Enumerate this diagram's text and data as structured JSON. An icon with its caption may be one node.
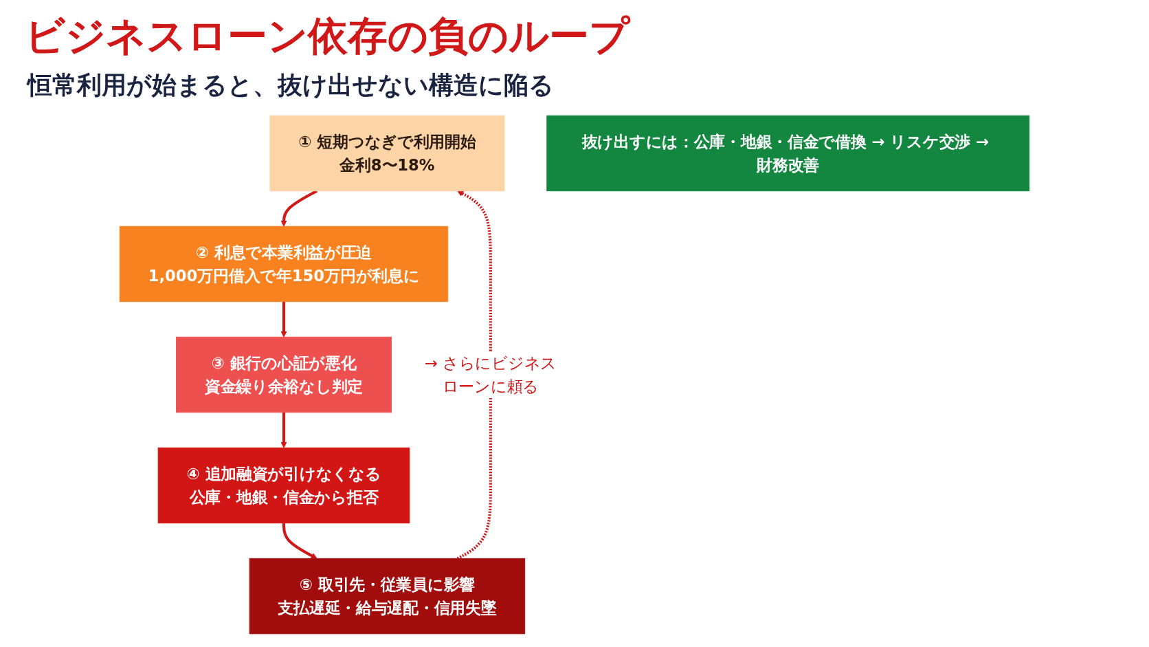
{
  "diagram": {
    "title": "ビジネスローン依存の負のループ",
    "nodes": [
      {
        "text": [
          "① 短期つなぎで利用開始",
          "金利8〜18%"
        ]
      },
      {
        "text": [
          "② 利息で本業利益が圧迫",
          "1,000万円借入で年150万円が利息に"
        ]
      },
      {
        "text": [
          "③ 銀行の心証が悪化",
          "資金繰り余裕なし判定"
        ]
      },
      {
        "text": [
          "④ 追加融資が引けなくなる",
          "公庫・地銀・信金から拒否"
        ]
      },
      {
        "text": [
          "⑤ 取引先・従業員に影響",
          "支払遅延・給与遅配・信用失墜"
        ]
      },
      {
        "text": [
          "抜け出すには：公庫・地銀・信金で借換 → リスケ交渉 → 財務改善"
        ]
      }
    ],
    "edges": [
      {
        "from": 0,
        "to": 1,
        "arrow": "to"
      },
      {
        "from": 1,
        "to": 2,
        "arrow": "to"
      },
      {
        "from": 2,
        "to": 3,
        "arrow": "to"
      },
      {
        "from": 3,
        "to": 4,
        "arrow": "to"
      },
      {
        "from": 4,
        "to": 0,
        "arrow": "to",
        "style": "dashed",
        "label": "→ さらにビジネスローンに頼る"
      }
    ],
    "labels": [
      "恒常利用が始まると、抜け出せない構造に陥る"
    ]
  }
}
